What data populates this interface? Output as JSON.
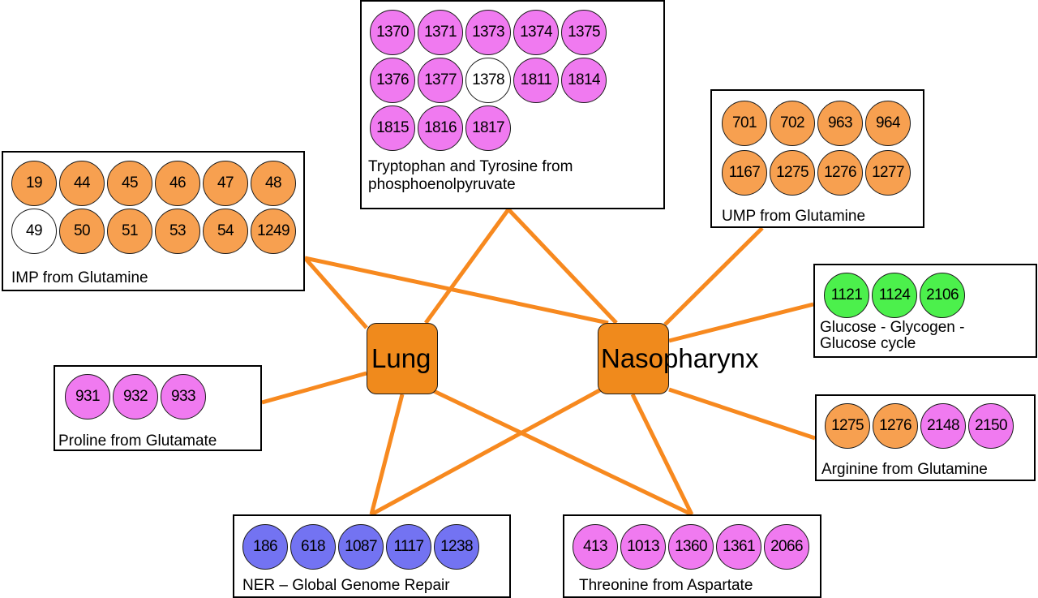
{
  "colors": {
    "orange": "#f7a050",
    "magenta": "#f07af0",
    "green": "#4cf04c",
    "blue": "#7373f2",
    "white": "#ffffff",
    "hub": "#f08a1c",
    "edge": "#f7891f"
  },
  "hubs": {
    "lung": "Lung",
    "nasopharynx": "Nasopharynx"
  },
  "groups": {
    "tryptophan": {
      "label": "Tryptophan and Tyrosine from\nphosphoenolpyruvate",
      "nodes": [
        {
          "id": "1370",
          "color": "magenta"
        },
        {
          "id": "1371",
          "color": "magenta"
        },
        {
          "id": "1373",
          "color": "magenta"
        },
        {
          "id": "1374",
          "color": "magenta"
        },
        {
          "id": "1375",
          "color": "magenta"
        },
        {
          "id": "1376",
          "color": "magenta"
        },
        {
          "id": "1377",
          "color": "magenta"
        },
        {
          "id": "1378",
          "color": "white"
        },
        {
          "id": "1811",
          "color": "magenta"
        },
        {
          "id": "1814",
          "color": "magenta"
        },
        {
          "id": "1815",
          "color": "magenta"
        },
        {
          "id": "1816",
          "color": "magenta"
        },
        {
          "id": "1817",
          "color": "magenta"
        }
      ]
    },
    "imp": {
      "label": "IMP from Glutamine",
      "nodes": [
        {
          "id": "19",
          "color": "orange"
        },
        {
          "id": "44",
          "color": "orange"
        },
        {
          "id": "45",
          "color": "orange"
        },
        {
          "id": "46",
          "color": "orange"
        },
        {
          "id": "47",
          "color": "orange"
        },
        {
          "id": "48",
          "color": "orange"
        },
        {
          "id": "49",
          "color": "white"
        },
        {
          "id": "50",
          "color": "orange"
        },
        {
          "id": "51",
          "color": "orange"
        },
        {
          "id": "53",
          "color": "orange"
        },
        {
          "id": "54",
          "color": "orange"
        },
        {
          "id": "1249",
          "color": "orange"
        }
      ]
    },
    "ump": {
      "label": "UMP from Glutamine",
      "nodes": [
        {
          "id": "701",
          "color": "orange"
        },
        {
          "id": "702",
          "color": "orange"
        },
        {
          "id": "963",
          "color": "orange"
        },
        {
          "id": "964",
          "color": "orange"
        },
        {
          "id": "1167",
          "color": "orange"
        },
        {
          "id": "1275",
          "color": "orange"
        },
        {
          "id": "1276",
          "color": "orange"
        },
        {
          "id": "1277",
          "color": "orange"
        }
      ]
    },
    "glucose": {
      "label": "Glucose - Glycogen -\nGlucose cycle",
      "nodes": [
        {
          "id": "1121",
          "color": "green"
        },
        {
          "id": "1124",
          "color": "green"
        },
        {
          "id": "2106",
          "color": "green"
        }
      ]
    },
    "proline": {
      "label": "Proline from Glutamate",
      "nodes": [
        {
          "id": "931",
          "color": "magenta"
        },
        {
          "id": "932",
          "color": "magenta"
        },
        {
          "id": "933",
          "color": "magenta"
        }
      ]
    },
    "arginine": {
      "label": "Arginine from Glutamine",
      "nodes": [
        {
          "id": "1275",
          "color": "orange"
        },
        {
          "id": "1276",
          "color": "orange"
        },
        {
          "id": "2148",
          "color": "magenta"
        },
        {
          "id": "2150",
          "color": "magenta"
        }
      ]
    },
    "ner": {
      "label": "NER – Global Genome Repair",
      "nodes": [
        {
          "id": "186",
          "color": "blue"
        },
        {
          "id": "618",
          "color": "blue"
        },
        {
          "id": "1087",
          "color": "blue"
        },
        {
          "id": "1117",
          "color": "blue"
        },
        {
          "id": "1238",
          "color": "blue"
        }
      ]
    },
    "threonine": {
      "label": "Threonine from Aspartate",
      "nodes": [
        {
          "id": "413",
          "color": "magenta"
        },
        {
          "id": "1013",
          "color": "magenta"
        },
        {
          "id": "1360",
          "color": "magenta"
        },
        {
          "id": "1361",
          "color": "magenta"
        },
        {
          "id": "2066",
          "color": "magenta"
        }
      ]
    }
  },
  "edges": [
    [
      "lung",
      "imp"
    ],
    [
      "lung",
      "tryptophan"
    ],
    [
      "lung",
      "proline"
    ],
    [
      "lung",
      "ner"
    ],
    [
      "lung",
      "threonine"
    ],
    [
      "nasopharynx",
      "imp"
    ],
    [
      "nasopharynx",
      "tryptophan"
    ],
    [
      "nasopharynx",
      "ump"
    ],
    [
      "nasopharynx",
      "glucose"
    ],
    [
      "nasopharynx",
      "arginine"
    ],
    [
      "nasopharynx",
      "ner"
    ],
    [
      "nasopharynx",
      "threonine"
    ]
  ]
}
